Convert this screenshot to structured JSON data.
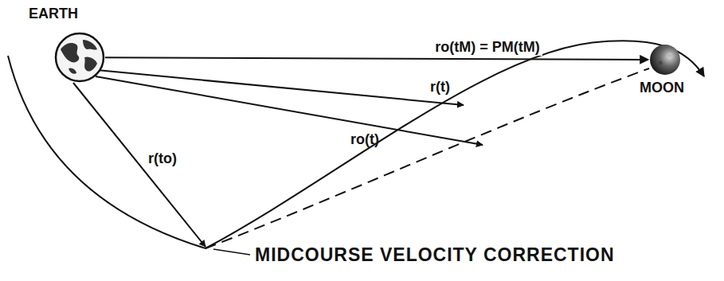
{
  "diagram": {
    "nodes": [
      {
        "text": [
          "EARTH"
        ]
      },
      {
        "text": [
          "MOON"
        ]
      }
    ],
    "edges": [
      {
        "from": 0,
        "to": 1,
        "arrow": "to",
        "label": "ro(tM) = PM(tM)"
      }
    ],
    "labels": [
      "r(t)",
      "ro(t)",
      "r(to)",
      "MIDCOURSE VELOCITY CORRECTION"
    ]
  }
}
